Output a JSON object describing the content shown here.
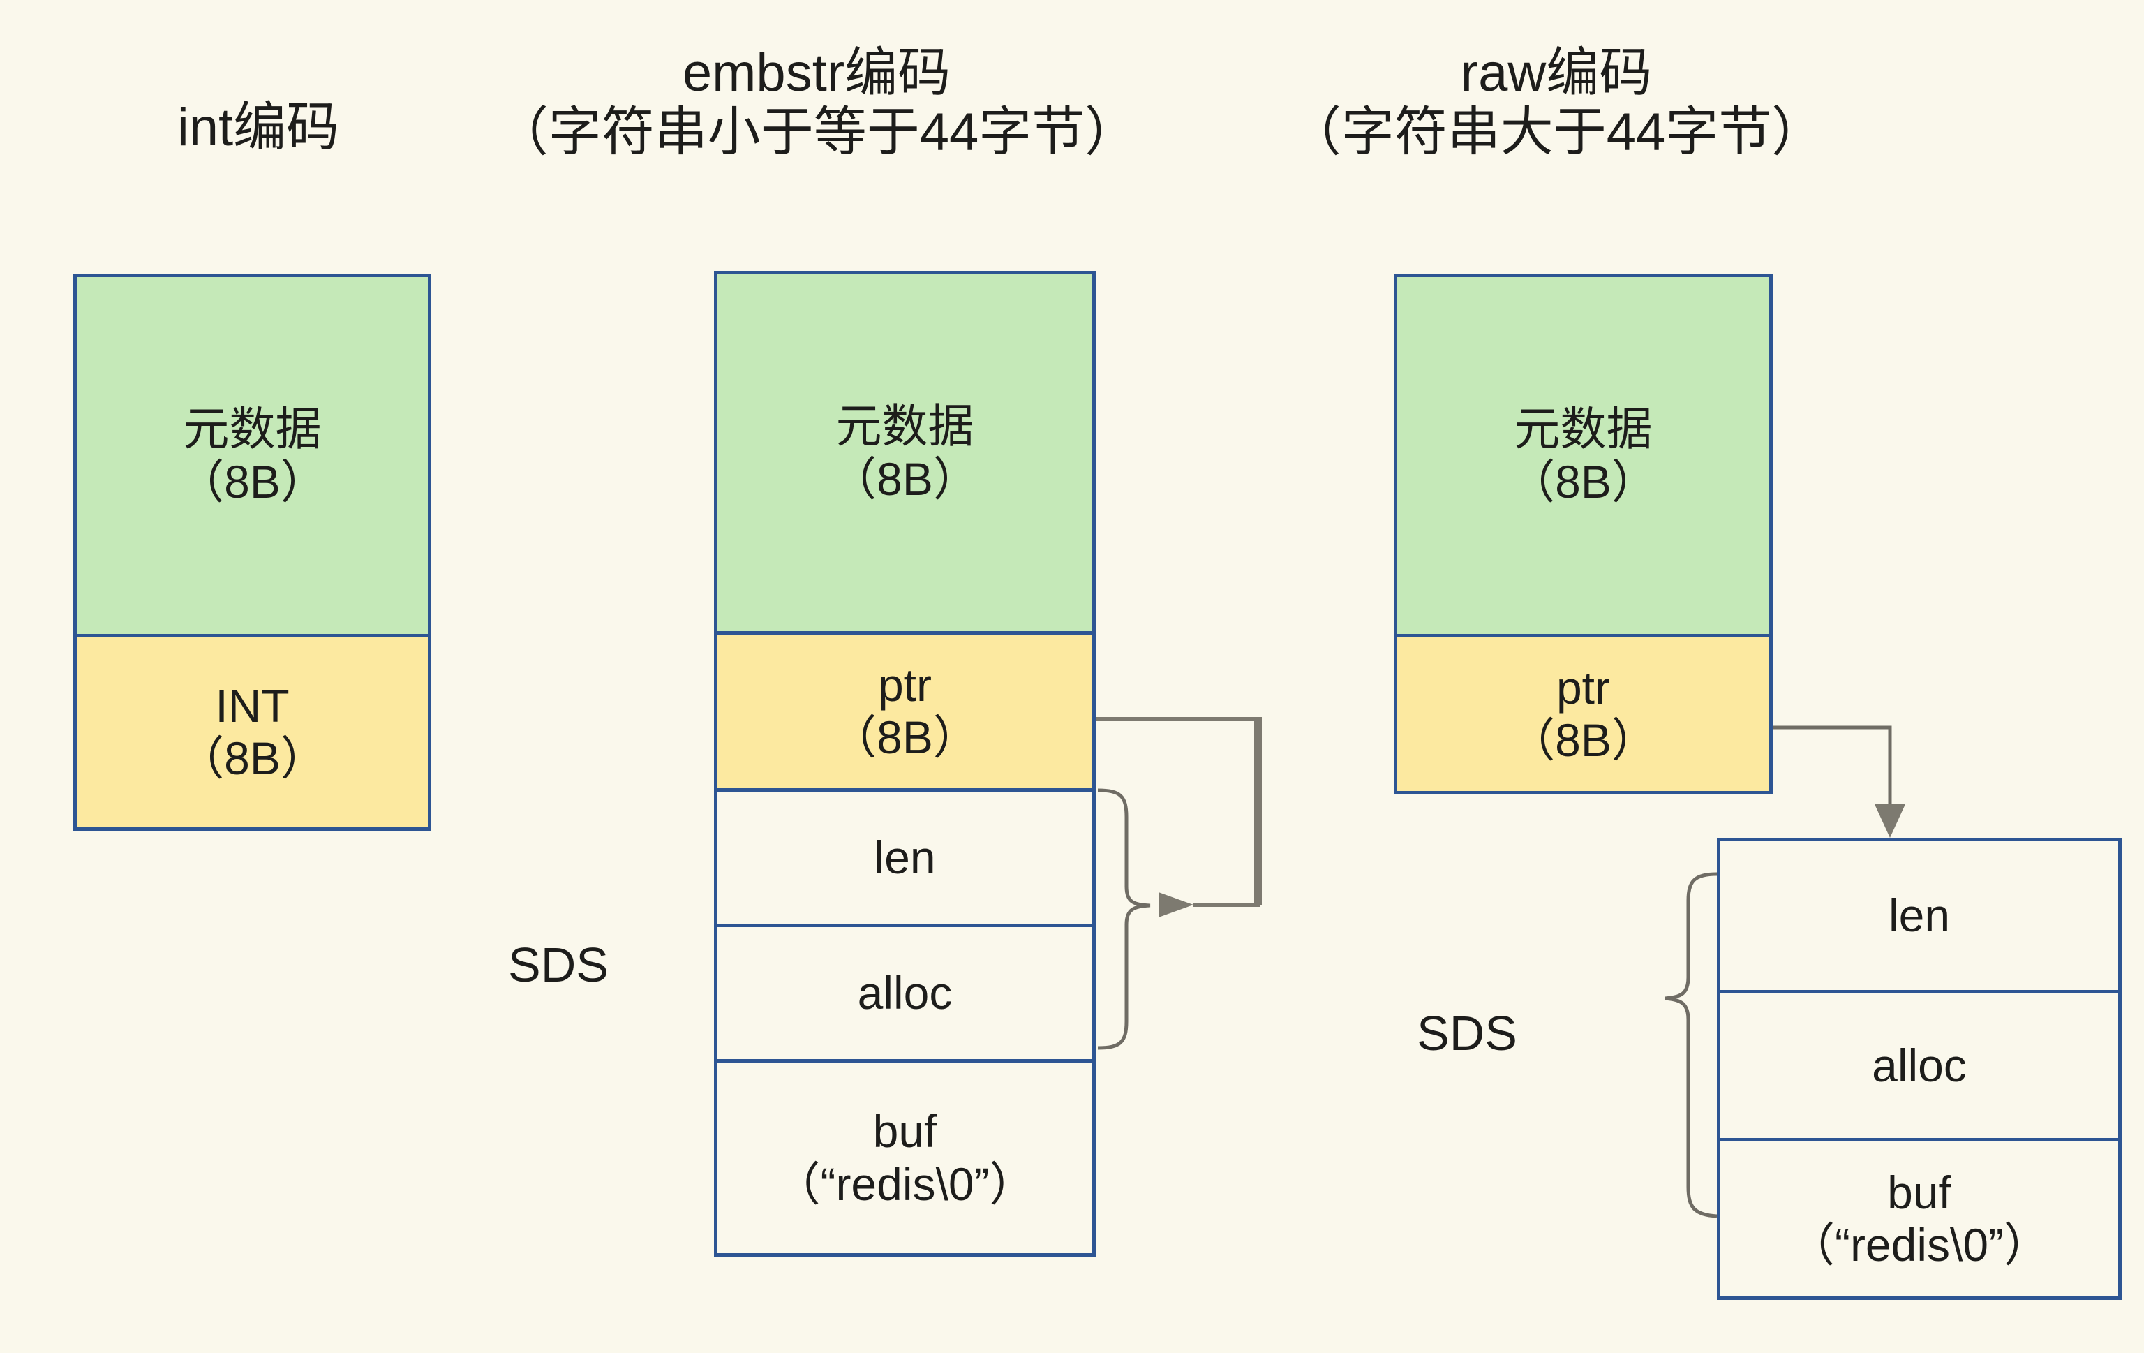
{
  "canvas": {
    "background_color": "#faf8ec",
    "border_color": "#2d5593",
    "metadata_fill": "#c5e9b8",
    "pointer_fill": "#fce9a0",
    "plain_fill": "#faf8ec",
    "connector_color": "#7d7a70"
  },
  "columns": [
    {
      "id": "int",
      "title_line1": "int编码",
      "title_line2": "",
      "cells": [
        {
          "name": "metadata",
          "label": "元数据\n（8B）",
          "fill": "green"
        },
        {
          "name": "value",
          "label": "INT\n（8B）",
          "fill": "yellow"
        }
      ]
    },
    {
      "id": "embstr",
      "title_line1": "embstr编码",
      "title_line2": "（字符串小于等于44字节）",
      "sds_label": "SDS",
      "cells": [
        {
          "name": "metadata",
          "label": "元数据\n（8B）",
          "fill": "green"
        },
        {
          "name": "pointer",
          "label": "ptr\n（8B）",
          "fill": "yellow"
        },
        {
          "name": "len",
          "label": "len",
          "fill": "plain"
        },
        {
          "name": "alloc",
          "label": "alloc",
          "fill": "plain"
        },
        {
          "name": "buf",
          "label": "buf\n（“redis\\0”）",
          "fill": "plain"
        }
      ]
    },
    {
      "id": "raw",
      "title_line1": "raw编码",
      "title_line2": "（字符串大于44字节）",
      "sds_label": "SDS",
      "cells": [
        {
          "name": "metadata",
          "label": "元数据\n（8B）",
          "fill": "green"
        },
        {
          "name": "pointer",
          "label": "ptr\n（8B）",
          "fill": "yellow"
        },
        {
          "name": "len",
          "label": "len",
          "fill": "plain"
        },
        {
          "name": "alloc",
          "label": "alloc",
          "fill": "plain"
        },
        {
          "name": "buf",
          "label": "buf\n（“redis\\0”）",
          "fill": "plain"
        }
      ]
    }
  ]
}
